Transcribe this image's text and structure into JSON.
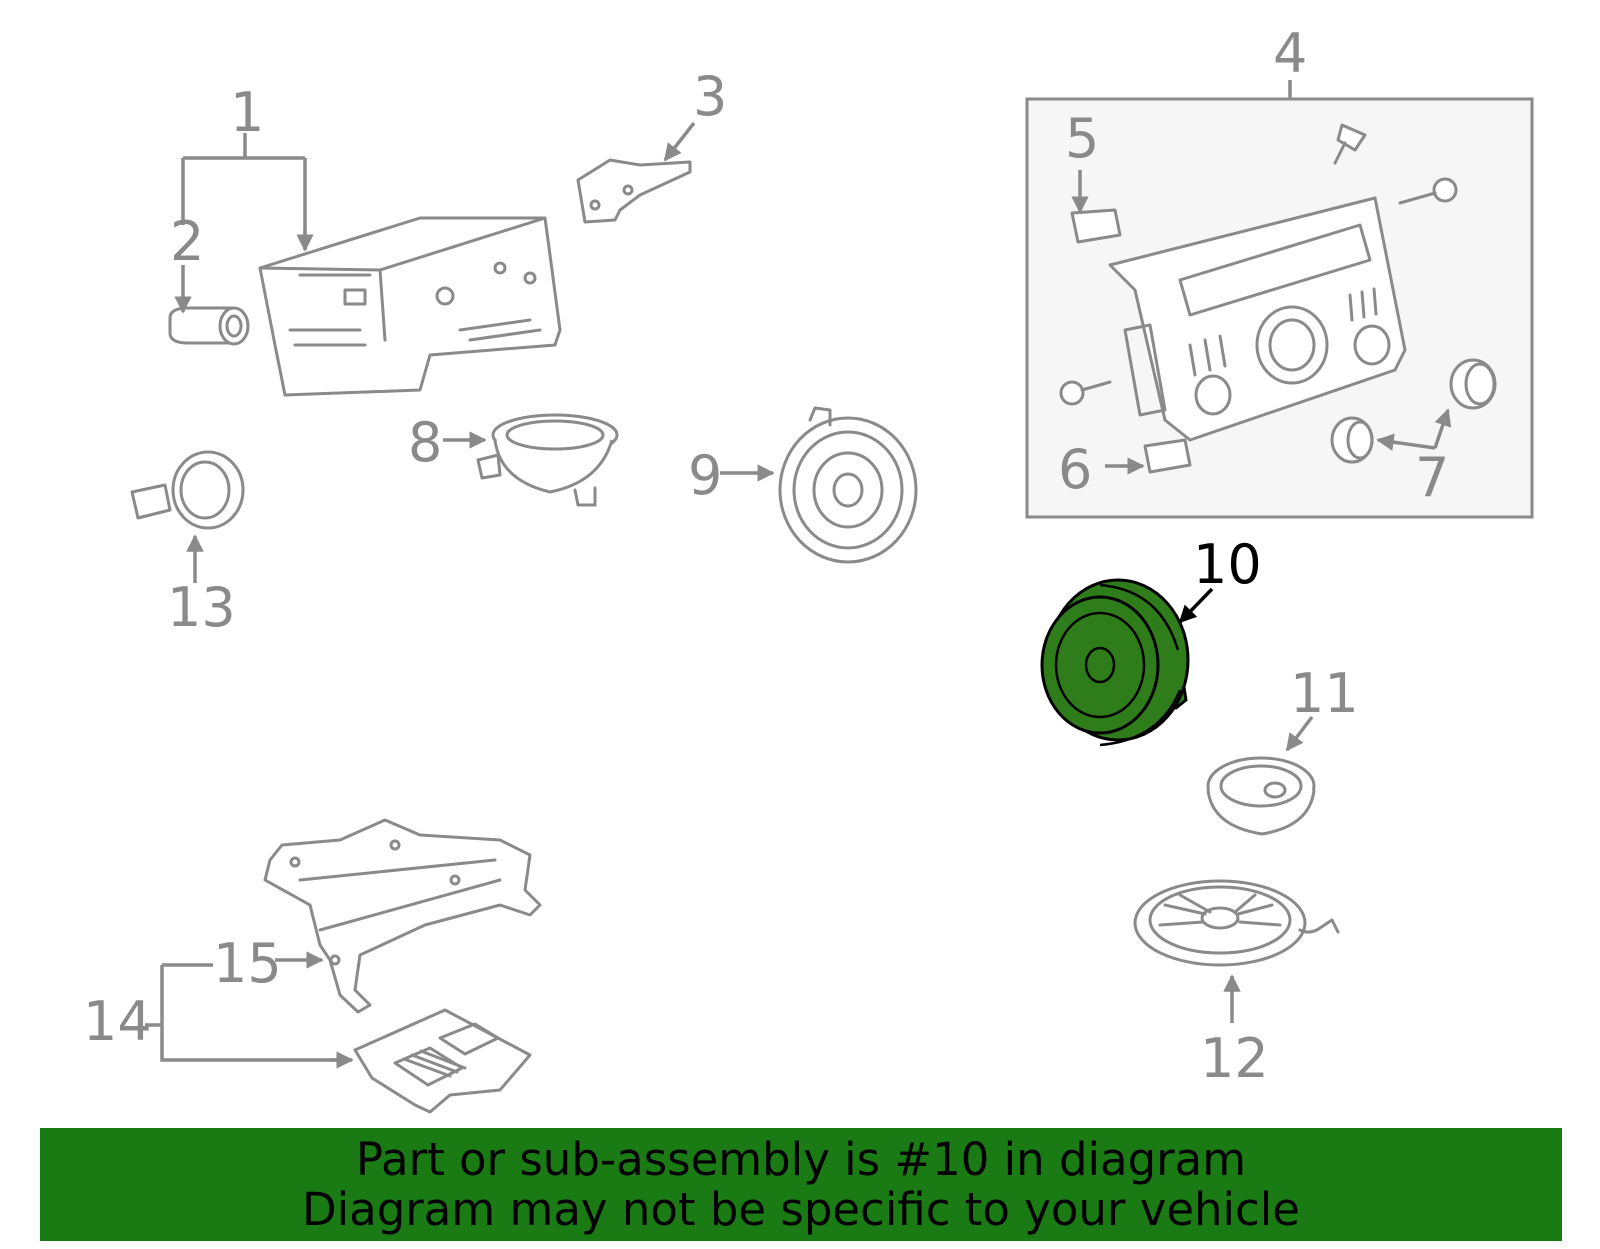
{
  "callouts": {
    "c1": "1",
    "c2": "2",
    "c3": "3",
    "c4": "4",
    "c5": "5",
    "c6": "6",
    "c7": "7",
    "c8": "8",
    "c9": "9",
    "c10": "10",
    "c11": "11",
    "c12": "12",
    "c13": "13",
    "c14": "14",
    "c15": "15"
  },
  "highlight": {
    "part_number": "10",
    "color": "#2f7d1a"
  },
  "banner": {
    "line1": "Part or sub-assembly is #10 in diagram",
    "line2": "Diagram may not be specific to your vehicle",
    "background": "#1a7a14"
  }
}
